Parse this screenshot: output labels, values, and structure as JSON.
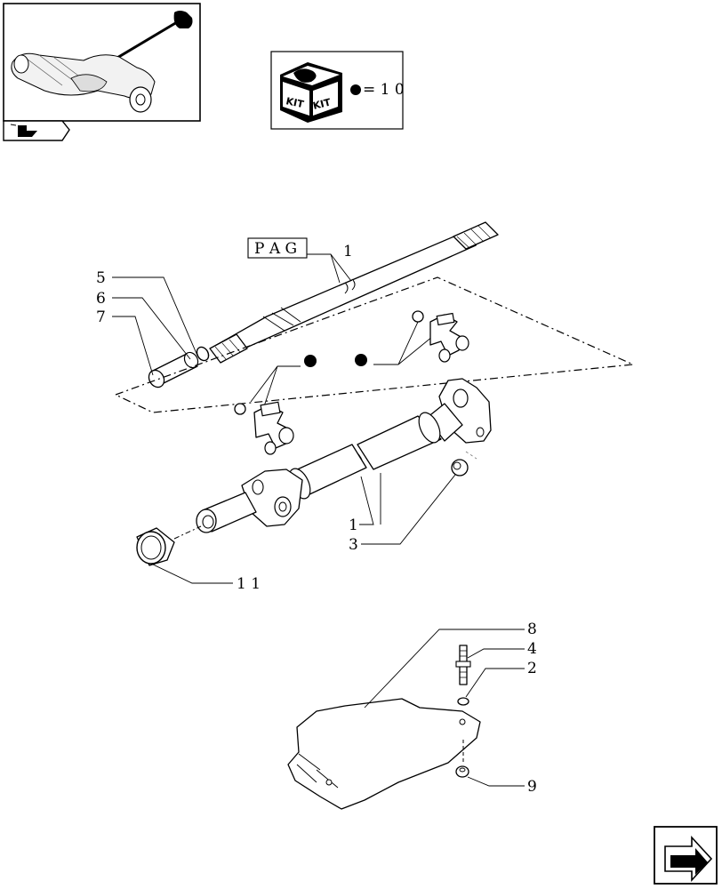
{
  "kit_box": {
    "kit_text_1": "KIT",
    "kit_text_2": "KIT",
    "ref_text": "= 1 0"
  },
  "pag_box": {
    "text": "P A G"
  },
  "callouts": {
    "c1_top": "1",
    "c5": "5",
    "c6": "6",
    "c7": "7",
    "c1_mid": "1",
    "c3": "3",
    "c11": "1 1",
    "c8": "8",
    "c4": "4",
    "c2": "2",
    "c9": "9"
  },
  "icons": {
    "thumbnail": "axle-thumbnail",
    "back_tab": "back-arrow-icon",
    "kit": "kit-box-icon",
    "bullet": "black-dot-icon",
    "next": "next-page-arrow-icon"
  }
}
